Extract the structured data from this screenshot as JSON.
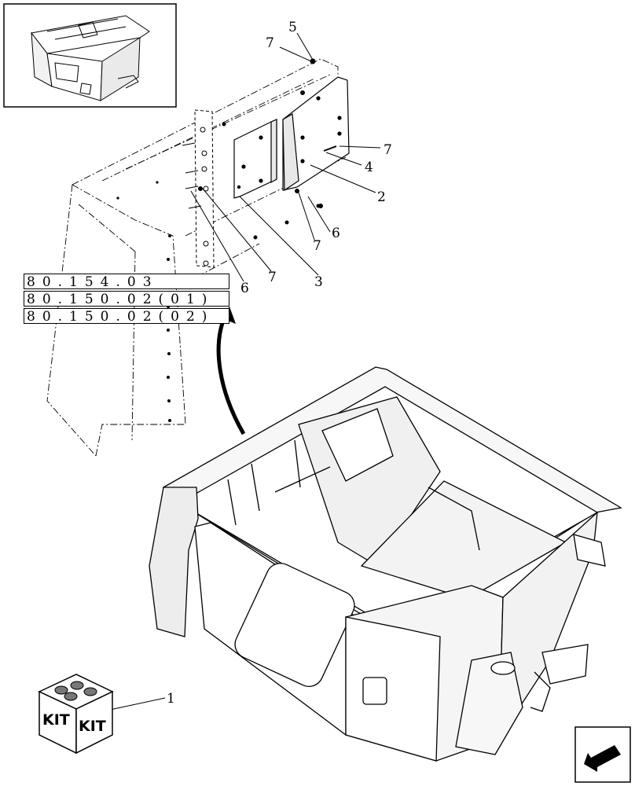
{
  "callouts": [
    {
      "id": "5",
      "text": "5"
    },
    {
      "id": "7a",
      "text": "7"
    },
    {
      "id": "7b",
      "text": "7"
    },
    {
      "id": "4",
      "text": "4"
    },
    {
      "id": "2",
      "text": "2"
    },
    {
      "id": "6a",
      "text": "6"
    },
    {
      "id": "7c",
      "text": "7"
    },
    {
      "id": "3",
      "text": "3"
    },
    {
      "id": "7d",
      "text": "7"
    },
    {
      "id": "6b",
      "text": "6"
    },
    {
      "id": "1",
      "text": "1"
    }
  ],
  "references": [
    {
      "text": "80.154.03"
    },
    {
      "text": "80.150.02(01)"
    },
    {
      "text": "80.150.02(02)"
    }
  ],
  "kit": {
    "left_text": "KIT",
    "right_text": "KIT"
  },
  "icons": {
    "nav_arrow": "arrow-down-left-icon",
    "kit_box": "kit-box-icon"
  }
}
